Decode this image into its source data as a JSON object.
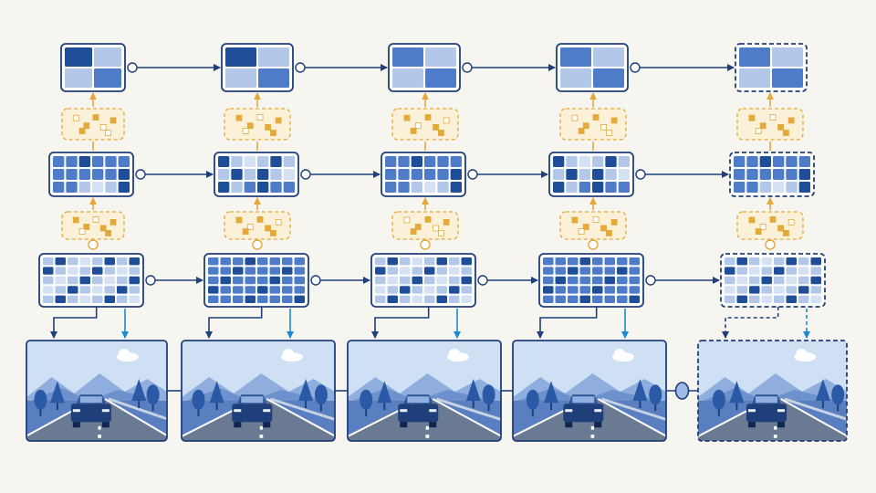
{
  "diagram": {
    "columns": [
      {
        "id": "t1",
        "predicted": false
      },
      {
        "id": "t2",
        "predicted": false
      },
      {
        "id": "t3",
        "predicted": false
      },
      {
        "id": "t4",
        "predicted": false
      },
      {
        "id": "t5",
        "predicted": true
      }
    ],
    "levels": [
      {
        "id": "top",
        "grid": [
          2,
          2
        ],
        "intensity": [
          [
            3,
            1
          ],
          [
            1,
            2
          ]
        ]
      },
      {
        "id": "mid",
        "grid": [
          3,
          6
        ],
        "intensity": [
          [
            2,
            1,
            3,
            1,
            2,
            1
          ],
          [
            1,
            2,
            1,
            2,
            1,
            3
          ],
          [
            2,
            1,
            1,
            3,
            1,
            2
          ]
        ]
      },
      {
        "id": "low",
        "grid": [
          5,
          8
        ],
        "intensity": [
          [
            1,
            2,
            1,
            3,
            1,
            2,
            1,
            2
          ],
          [
            2,
            1,
            3,
            1,
            2,
            1,
            3,
            1
          ],
          [
            1,
            3,
            1,
            2,
            1,
            3,
            1,
            2
          ],
          [
            3,
            1,
            2,
            1,
            3,
            1,
            2,
            1
          ],
          [
            1,
            2,
            1,
            3,
            1,
            2,
            1,
            3
          ]
        ]
      }
    ],
    "colors": {
      "dark_blue": "#1f4e99",
      "mid_blue": "#4f7cc8",
      "light_blue": "#b3c7e8",
      "pale_blue": "#d6e2f4",
      "accent_blue": "#1a8ad4",
      "orange": "#e3a93b",
      "pale_orange": "#fbf0d8",
      "background": "#f7f5f0"
    },
    "icons": [
      "tree-icon",
      "mountain-icon",
      "cloud-icon",
      "car-icon",
      "road-icon"
    ]
  }
}
